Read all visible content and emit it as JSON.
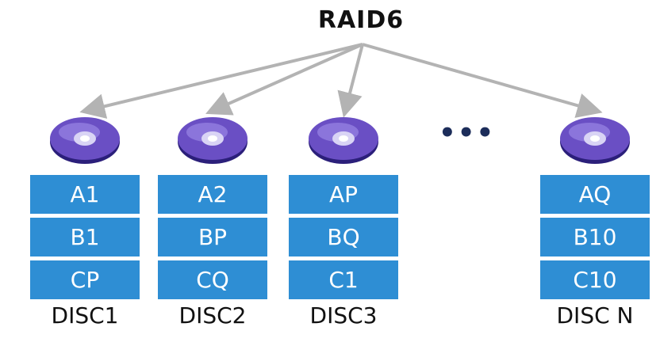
{
  "title": "RAID6",
  "discs": [
    {
      "label": "DISC1",
      "blocks": [
        "A1",
        "B1",
        "CP"
      ]
    },
    {
      "label": "DISC2",
      "blocks": [
        "A2",
        "BP",
        "CQ"
      ]
    },
    {
      "label": "DISC3",
      "blocks": [
        "AP",
        "BQ",
        "C1"
      ]
    },
    {
      "label": "DISC N",
      "blocks": [
        "AQ",
        "B10",
        "C10"
      ]
    }
  ],
  "ellipsis": "•••",
  "colors": {
    "block": "#2e8ed4",
    "arrow": "#b3b3b3",
    "disc_purple": "#6a4fc4",
    "disc_dark": "#2b1f7a"
  }
}
